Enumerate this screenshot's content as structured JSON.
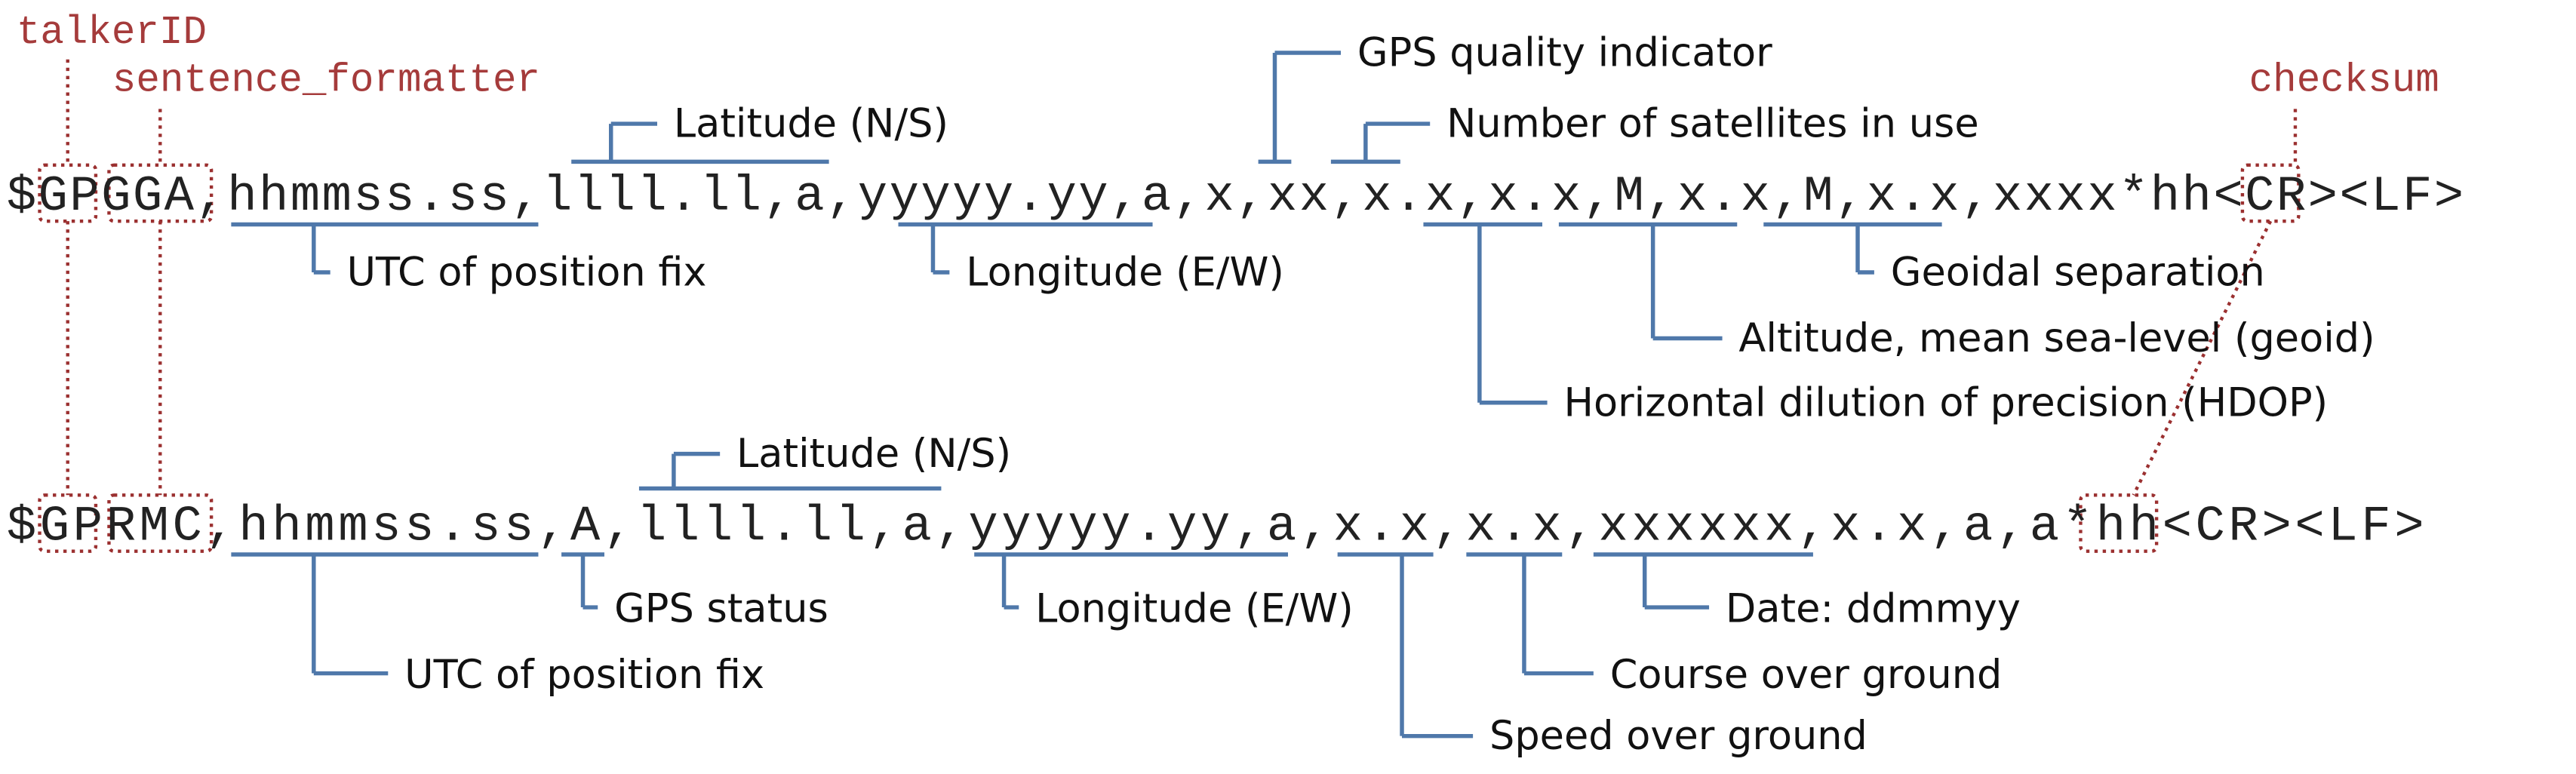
{
  "field_labels": {
    "talker_id": "talkerID",
    "sentence_formatter": "sentence_formatter",
    "checksum": "checksum"
  },
  "gga": {
    "line": "$GPGGA,hhmmss.ss,llll.ll,a,yyyyy.yy,a,x,xx,x.x,x.x,M,x.x,M,x.x,xxxx*hh<CR><LF>",
    "labels": {
      "gps_quality": "GPS quality indicator",
      "latitude": "Latitude (N/S)",
      "satellites": "Number of satellites in use",
      "utc": "UTC of position fix",
      "longitude": "Longitude (E/W)",
      "geoidal": "Geoidal separation",
      "altitude": "Altitude, mean sea-level (geoid)",
      "hdop": "Horizontal dilution of precision (HDOP)"
    }
  },
  "rmc": {
    "line": "$GPRMC,hhmmss.ss,A,llll.ll,a,yyyyy.yy,a,x.x,x.x,xxxxxx,x.x,a,a*hh<CR><LF>",
    "labels": {
      "latitude": "Latitude (N/S)",
      "gps_status": "GPS status",
      "longitude": "Longitude (E/W)",
      "date": "Date: ddmmyy",
      "utc": "UTC of position fix",
      "course": "Course over ground",
      "speed": "Speed over ground"
    }
  }
}
